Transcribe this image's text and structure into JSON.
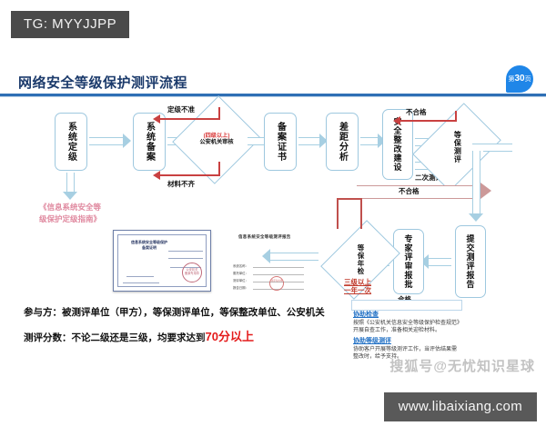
{
  "watermarks": {
    "top_tag": "TG: MYYJJPP",
    "sohu": "搜狐号@无忧知识星球",
    "site": "www.libaixiang.com"
  },
  "header": {
    "title": "网络安全等级保护测评流程",
    "page_badge_prefix": "第",
    "page_badge_number": "30",
    "page_badge_suffix": "页",
    "accent_color": "#2f6fb5",
    "title_color": "#1b3a6b"
  },
  "flow": {
    "nodes": [
      {
        "id": "grading",
        "label": "系统定级"
      },
      {
        "id": "filing",
        "label": "系统备案"
      },
      {
        "id": "police_audit",
        "label_red": "(四级以上)",
        "label": "公安机关审核"
      },
      {
        "id": "certificate",
        "label": "备案证书"
      },
      {
        "id": "gap",
        "label": "差距分析"
      },
      {
        "id": "rectify",
        "label": "安全整改建设"
      },
      {
        "id": "evaluate",
        "label": "等保测评"
      },
      {
        "id": "submit",
        "label": "提交测评报告"
      },
      {
        "id": "expert",
        "label": "专家评审报批"
      },
      {
        "id": "annual",
        "label": "等保年检"
      }
    ],
    "edge_labels": {
      "grading_wrong": "定级不准",
      "material_incomplete": "材料不齐",
      "unqualified_top": "不合格",
      "second_eval": "二次测评",
      "unqualified_long": "不合格",
      "qualified": "合格",
      "annual_rule": "三级以上\n一年一次"
    },
    "guide_note": "《信息系统安全等\n级保护定级指南》",
    "node_border_color": "#9ec8df",
    "red_path_color": "#c94141"
  },
  "documents": {
    "certificate": {
      "title": "信息系统安全等级保护\n备案证明",
      "field_labels": [
        "备案证明编号：",
        "公安机关备案签章："
      ],
      "seal_text": "公安机关\n备案专用章"
    },
    "report": {
      "title": "信息系统安全等级测评报告",
      "field_labels": [
        "系统名称：",
        "委托单位：",
        "测评单位：",
        "报告日期："
      ],
      "stamp_text": "测评专用章"
    }
  },
  "summary": {
    "line1_label": "参与方：",
    "line1_value": "被测评单位（甲方），等保测评单位，等保整改单位、公安机关",
    "line2_label": "测评分数：",
    "line2_value": "不论二级还是三级，均要求达到",
    "line2_highlight": "70分以上",
    "highlight_color": "#e41b1b"
  },
  "services": [
    {
      "title": "协助检查",
      "body": "按照《公安机关信息安全等级保护检查规范》开展自查工作，准备相关迎检材料。"
    },
    {
      "title": "协助等级测评",
      "body": "协助客户开展等级测评工作，当评估结果需整改时，给予支持。"
    }
  ]
}
